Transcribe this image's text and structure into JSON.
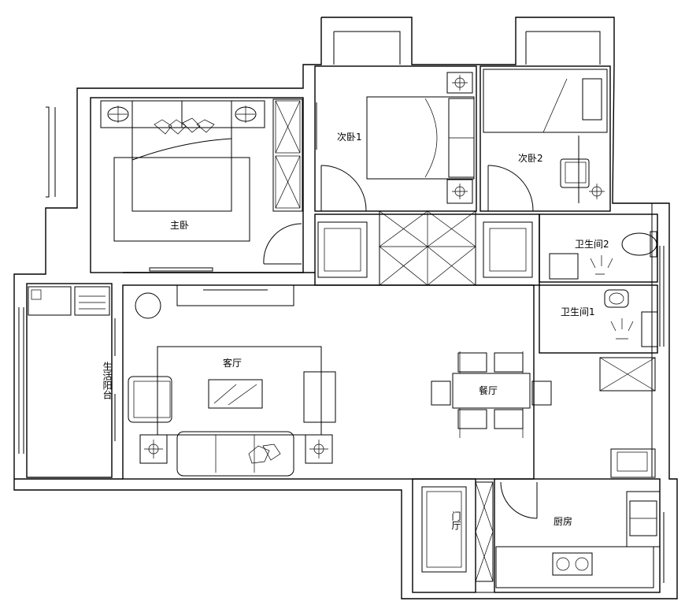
{
  "rooms": {
    "master_bedroom": "主卧",
    "secondary_bedroom_1": "次卧1",
    "secondary_bedroom_2": "次卧2",
    "bathroom_2": "卫生间2",
    "bathroom_1": "卫生间1",
    "living_room": "客厅",
    "dining_room": "餐厅",
    "kitchen": "厨房",
    "entrance": "门厅",
    "balcony": "生活阳台"
  }
}
